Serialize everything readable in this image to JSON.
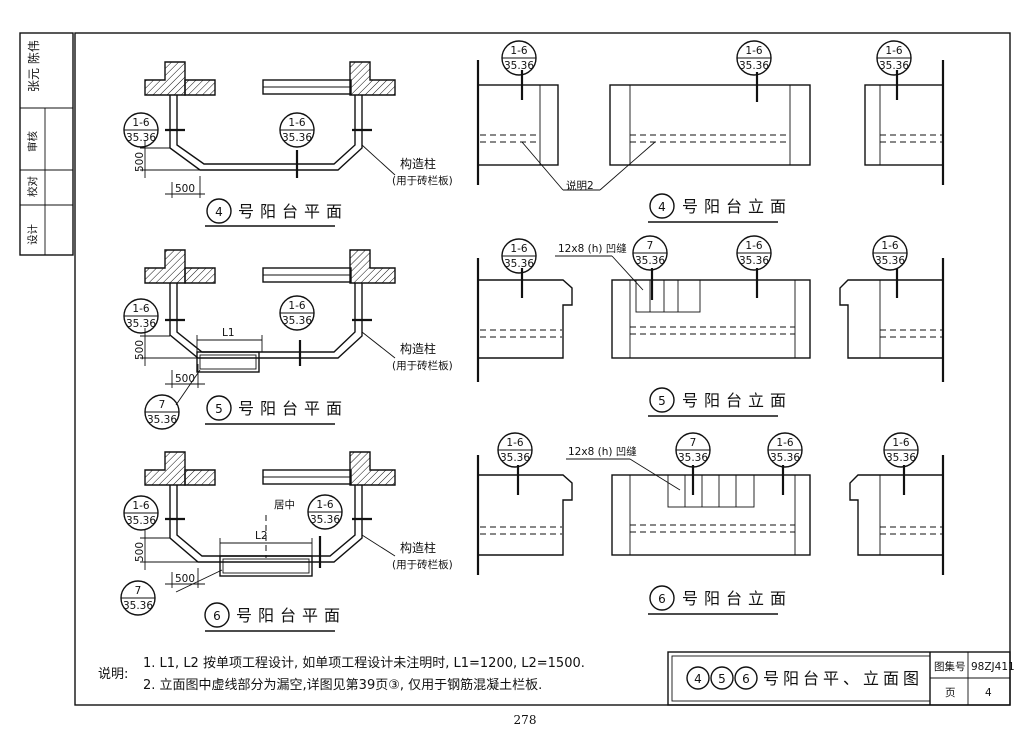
{
  "side_block": {
    "signature": "张元 陈伟",
    "rows": [
      "审核",
      "校对",
      "设计"
    ]
  },
  "ref_tag": {
    "top": "1-6",
    "bottom": "35.36"
  },
  "ref_tag7": {
    "top": "7",
    "bottom": "35.36"
  },
  "dims": {
    "d500": "500",
    "L1": "L1",
    "L2": "L2",
    "center": "居中"
  },
  "labels": {
    "column": "构造柱",
    "column_note": "(用于砖栏板)",
    "note2": "说明2",
    "groove": "12x8 (h) 凹缝"
  },
  "plans": [
    {
      "num": "4",
      "title": "号阳台平面"
    },
    {
      "num": "5",
      "title": "号阳台平面"
    },
    {
      "num": "6",
      "title": "号阳台平面"
    }
  ],
  "elevations": [
    {
      "num": "4",
      "title": "号阳台立面"
    },
    {
      "num": "5",
      "title": "号阳台立面"
    },
    {
      "num": "6",
      "title": "号阳台立面"
    }
  ],
  "notes": {
    "label": "说明:",
    "line1": "1. L1, L2 按单项工程设计, 如单项工程设计未注明时, L1=1200, L2=1500.",
    "line2": "2. 立面图中虚线部分为漏空,详图见第39页③, 仅用于钢筋混凝土栏板."
  },
  "title_block": {
    "nums": [
      "4",
      "5",
      "6"
    ],
    "title": "号阳台平、立面图",
    "atlas_label": "图集号",
    "atlas_value": "98ZJ411",
    "page_label": "页",
    "page_value": "4"
  },
  "page_number": "278"
}
